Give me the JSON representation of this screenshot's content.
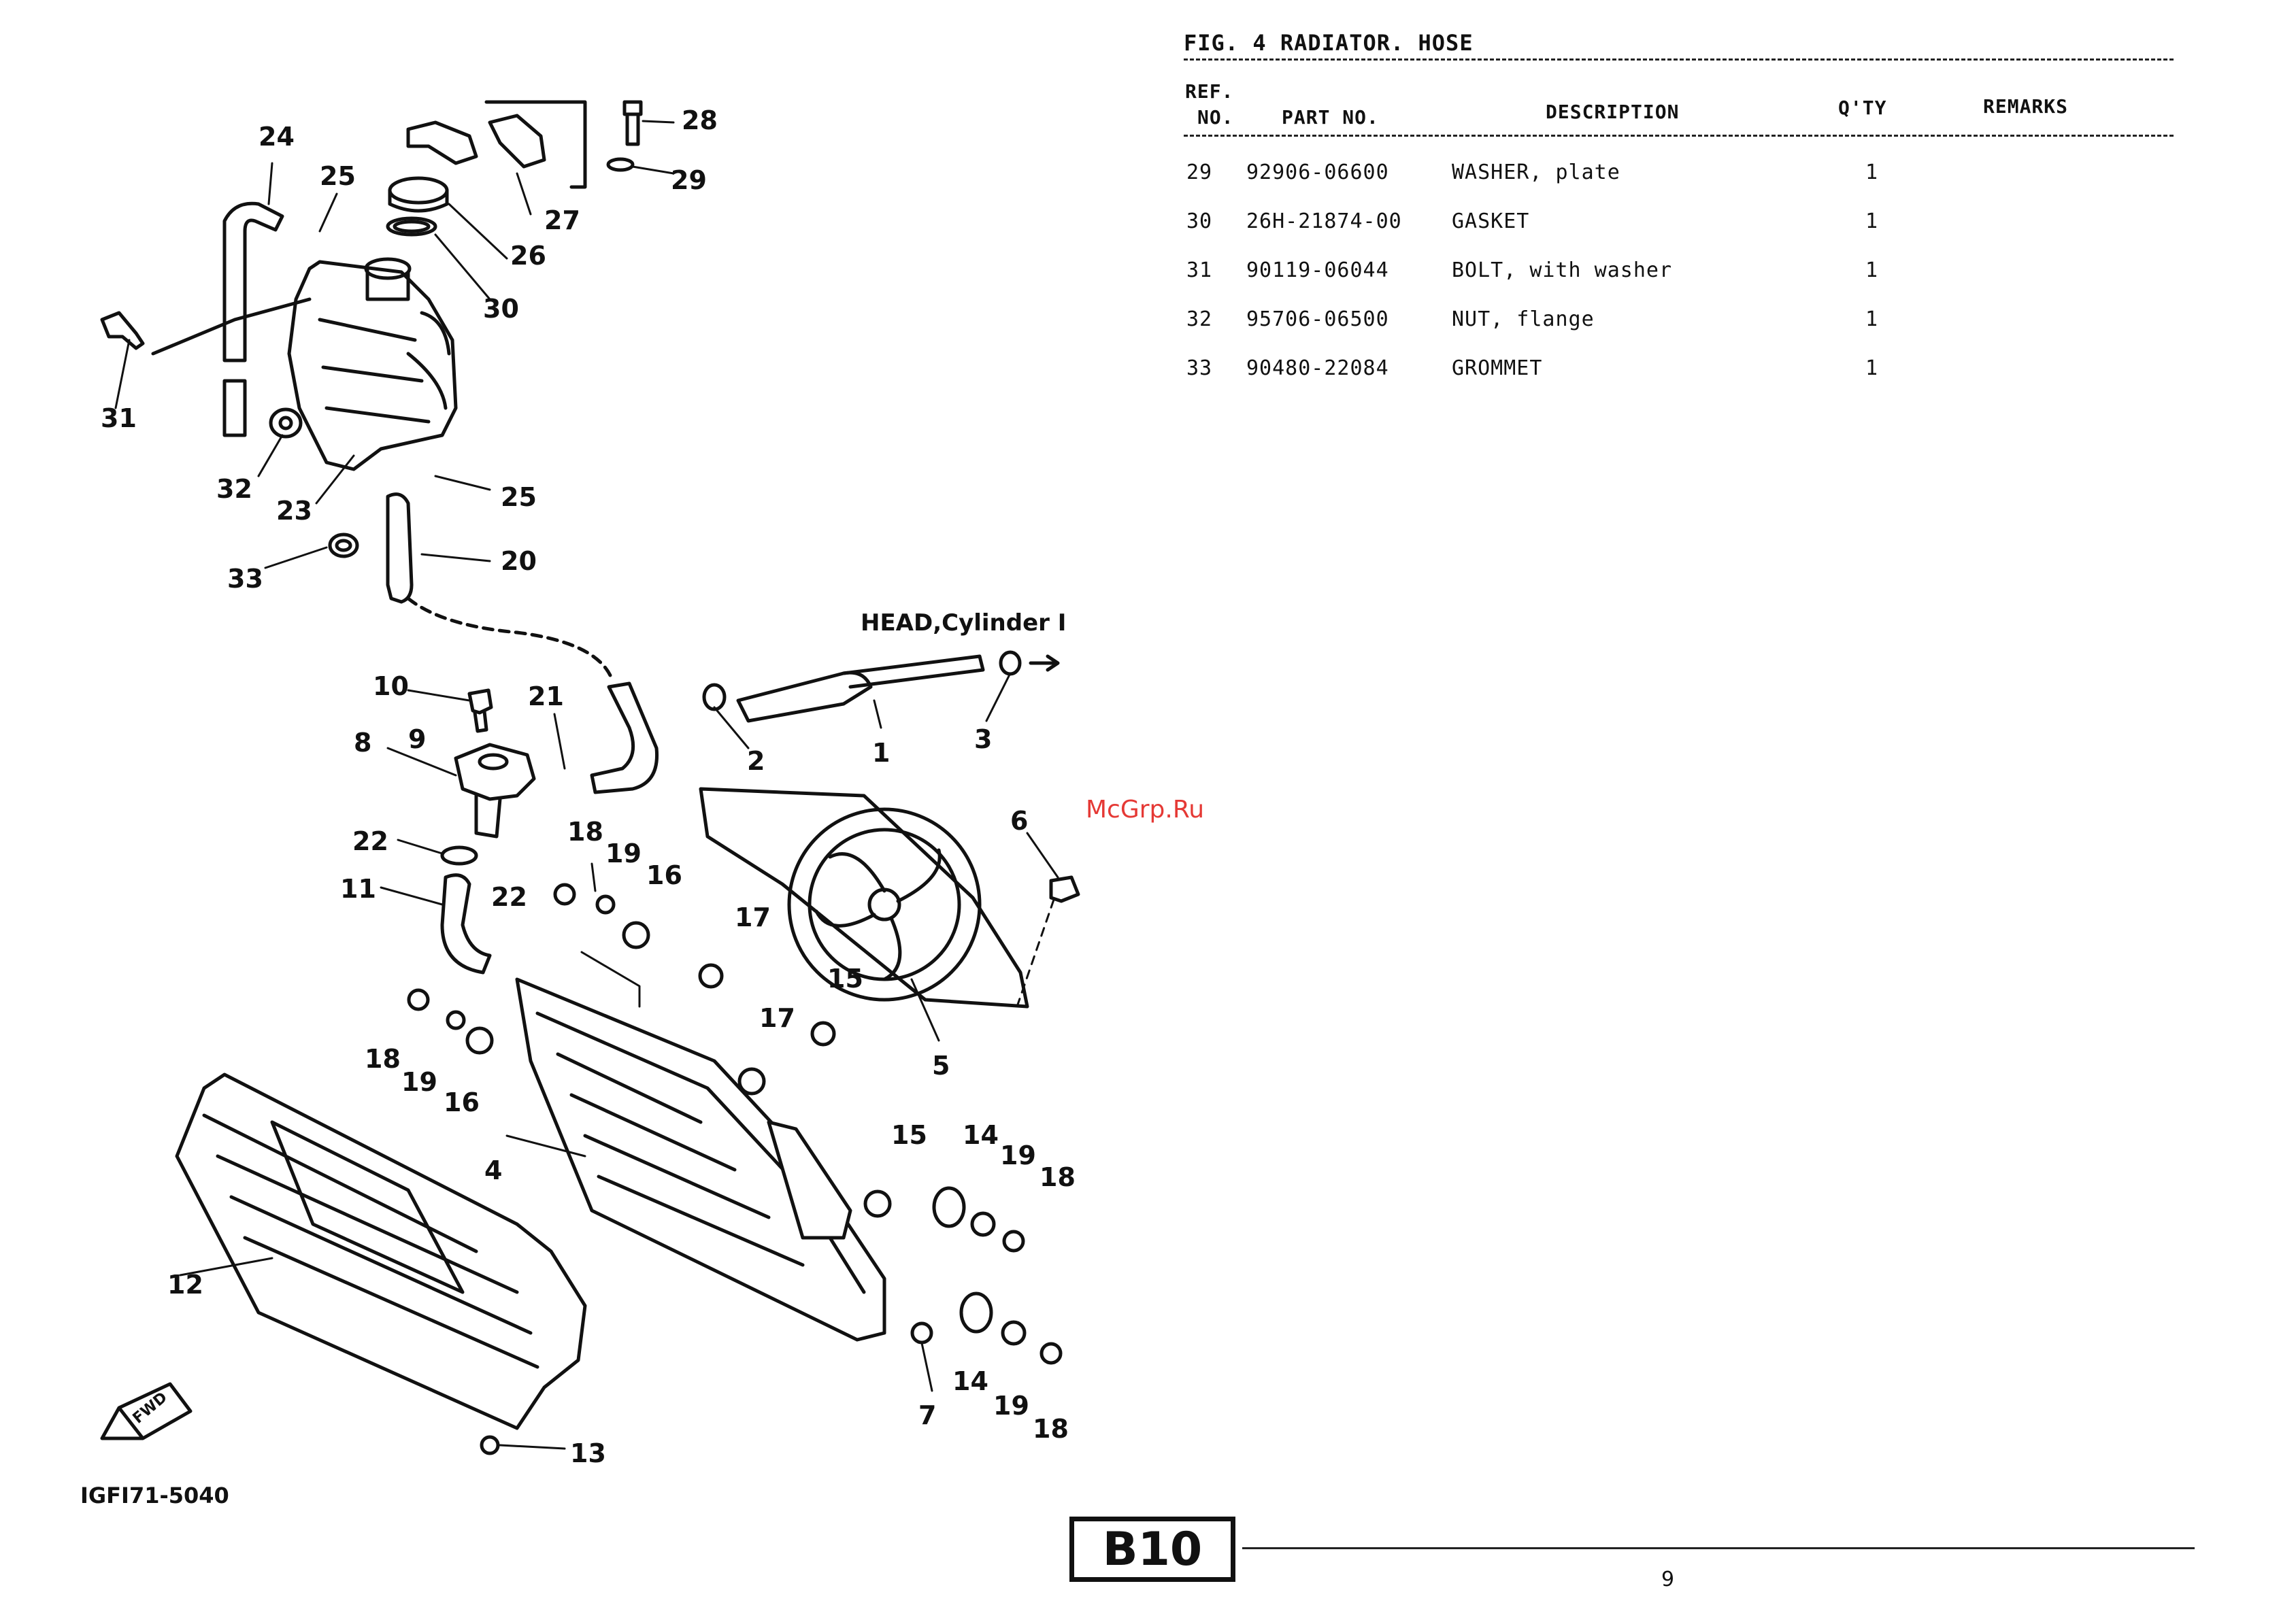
{
  "figure": {
    "title": "FIG.  4  RADIATOR. HOSE",
    "drawing_number": "IGFI71-5040",
    "page_code": "B10",
    "page_number": "9",
    "watermark": "McGrp.Ru",
    "head_label": "HEAD,Cylinder I",
    "fwd_label": "FWD"
  },
  "table": {
    "headers": {
      "ref_no_line1": "REF.",
      "ref_no_line2": "NO.",
      "part_no": "PART NO.",
      "description": "DESCRIPTION",
      "qty": "Q'TY",
      "remarks": "REMARKS"
    },
    "rows": [
      {
        "ref": "29",
        "part_no": "92906-06600",
        "description": "WASHER, plate",
        "qty": "1",
        "remarks": ""
      },
      {
        "ref": "30",
        "part_no": "26H-21874-00",
        "description": "GASKET",
        "qty": "1",
        "remarks": ""
      },
      {
        "ref": "31",
        "part_no": "90119-06044",
        "description": "BOLT, with washer",
        "qty": "1",
        "remarks": ""
      },
      {
        "ref": "32",
        "part_no": "95706-06500",
        "description": "NUT, flange",
        "qty": "1",
        "remarks": ""
      },
      {
        "ref": "33",
        "part_no": "90480-22084",
        "description": "GROMMET",
        "qty": "1",
        "remarks": ""
      }
    ]
  },
  "callouts": [
    "24",
    "25",
    "28",
    "29",
    "27",
    "26",
    "30",
    "31",
    "32",
    "23",
    "25",
    "20",
    "33",
    "10",
    "21",
    "8",
    "9",
    "2",
    "1",
    "3",
    "22",
    "11",
    "18",
    "19",
    "16",
    "17",
    "22",
    "6",
    "15",
    "17",
    "18",
    "19",
    "16",
    "5",
    "4",
    "15",
    "14",
    "19",
    "18",
    "12",
    "14",
    "19",
    "18",
    "7",
    "13"
  ]
}
